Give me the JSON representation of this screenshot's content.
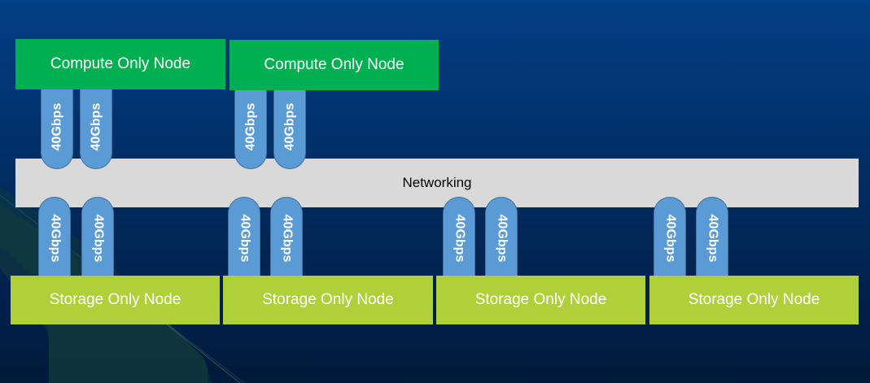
{
  "diagram": {
    "compute_nodes": [
      {
        "label": "Compute Only Node",
        "links": [
          "40Gbps",
          "40Gbps"
        ]
      },
      {
        "label": "Compute Only Node",
        "links": [
          "40Gbps",
          "40Gbps"
        ]
      }
    ],
    "network": {
      "label": "Networking"
    },
    "storage_nodes": [
      {
        "label": "Storage Only Node",
        "links": [
          "40Gbps",
          "40Gbps"
        ]
      },
      {
        "label": "Storage Only Node",
        "links": [
          "40Gbps",
          "40Gbps"
        ]
      },
      {
        "label": "Storage Only Node",
        "links": [
          "40Gbps",
          "40Gbps"
        ]
      },
      {
        "label": "Storage Only Node",
        "links": [
          "40Gbps",
          "40Gbps"
        ]
      }
    ],
    "colors": {
      "compute": "#00b050",
      "storage": "#b0d03a",
      "network": "#d9d9d9",
      "link": "#5b9bd5",
      "background": "#022a5c"
    }
  }
}
